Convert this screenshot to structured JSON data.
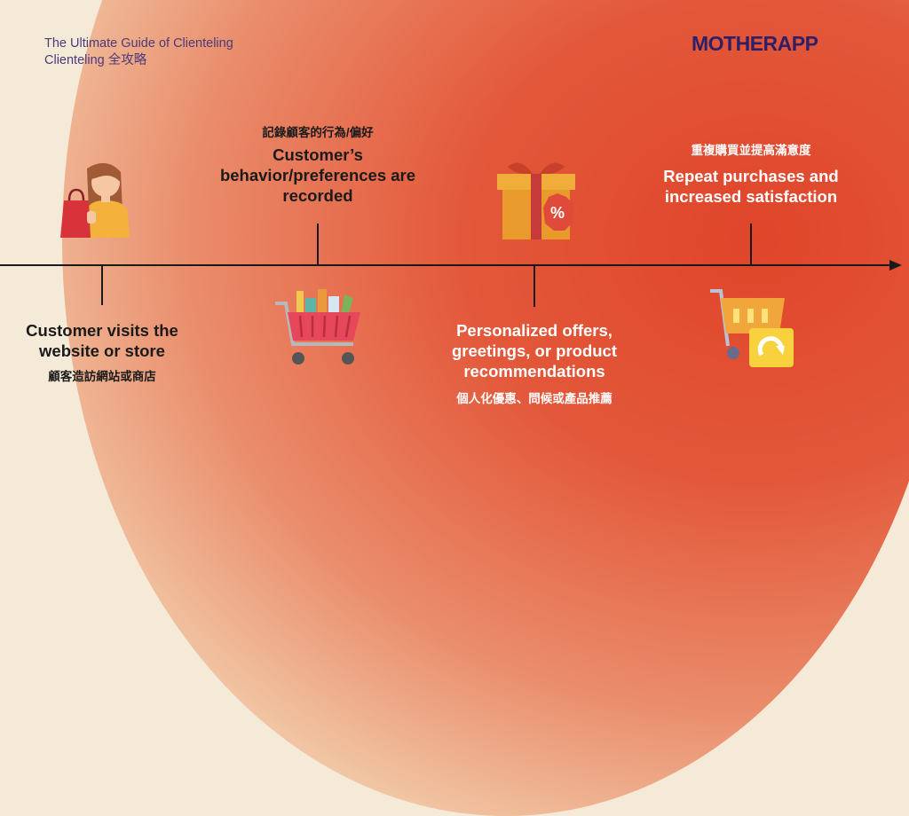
{
  "header": {
    "title_line1": "The Ultimate Guide of Clienteling",
    "title_line2": "Clienteling 全攻略"
  },
  "brand": {
    "logo": "MOTHERAPP"
  },
  "colors": {
    "background": "#f5ead8",
    "accent": "#e3583a",
    "text_dark": "#1a1a1a",
    "text_light": "#ffffff",
    "heading": "#4b3a78"
  },
  "steps": [
    {
      "en": "Customer visits the website or store",
      "zh": "顧客造訪網站或商店",
      "icon": "shopper-with-bag-icon"
    },
    {
      "en": "Customer’s behavior/preferences are recorded",
      "zh": "記錄顧客的行為/偏好",
      "icon": "shopping-cart-icon"
    },
    {
      "en": "Personalized offers, greetings, or product recommendations",
      "zh": "個人化優惠、問候或產品推薦",
      "icon": "gift-discount-icon"
    },
    {
      "en": "Repeat purchases and increased satisfaction",
      "zh": "重複購買並提高滿意度",
      "icon": "repeat-cart-icon"
    }
  ]
}
